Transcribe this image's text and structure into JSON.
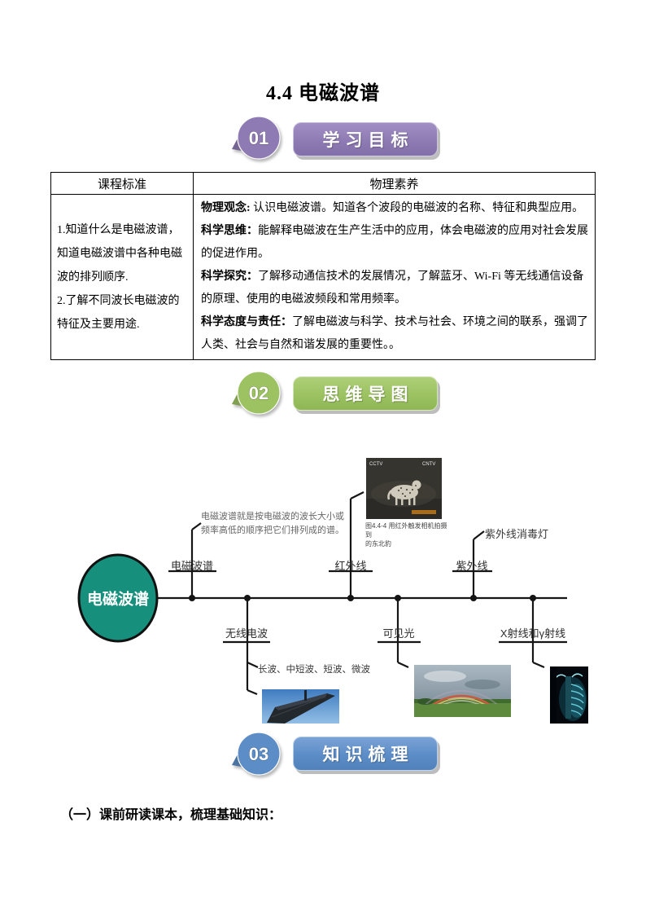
{
  "page": {
    "title": "4.4 电磁波谱",
    "footer_heading": "（一）课前研读课本，梳理基础知识："
  },
  "sections": [
    {
      "number": "01",
      "title": "学习目标",
      "color": "#8e7bb3"
    },
    {
      "number": "02",
      "title": "思维导图",
      "color": "#9cc261"
    },
    {
      "number": "03",
      "title": "知识梳理",
      "color": "#5c8dc7"
    }
  ],
  "objectives_table": {
    "col1_header": "课程标准",
    "col2_header": "物理素养",
    "standards": [
      "1.知道什么是电磁波谱，知道电磁波谱中各种电磁波的排列顺序.",
      "2.了解不同波长电磁波的特征及主要用途."
    ],
    "literacy": [
      {
        "label": "物理观念:",
        "text": " 认识电磁波谱。知道各个波段的电磁波的名称、特征和典型应用。"
      },
      {
        "label": "科学思维：",
        "text": "能解释电磁波在生产生活中的应用，体会电磁波的应用对社会发展的促进作用。"
      },
      {
        "label": "科学探究：",
        "text": "了解移动通信技术的发展情况，了解蓝牙、Wi-Fi 等无线通信设备的原理、使用的电磁波频段和常用频率。"
      },
      {
        "label": "科学态度与责任：",
        "text": "了解电磁波与科学、技术与社会、环境之间的联系，强调了人类、社会与自然和谐发展的重要性。。"
      }
    ]
  },
  "mindmap": {
    "root_label": "电磁波谱",
    "root_color": "#16907c",
    "note": {
      "line1": "电磁波谱就是按电磁波的波长大小或",
      "line2": "频率高低的顺序把它们排列成的谱。"
    },
    "branches": [
      {
        "label": "电磁波谱"
      },
      {
        "label": "无线电波"
      },
      {
        "label": "红外线"
      },
      {
        "label": "可见光"
      },
      {
        "label": "紫外线"
      },
      {
        "label": "X射线和γ射线"
      }
    ],
    "radio_sub_label": "长波、中短波、短波、微波",
    "uv_note": "紫外线消毒灯",
    "ir_photo": {
      "logo_left": "CCTV",
      "logo_right": "CNTV",
      "caption_line1": "图4.4-4  用红外触发相机拍摄到",
      "caption_line2": "的东北豹"
    }
  }
}
